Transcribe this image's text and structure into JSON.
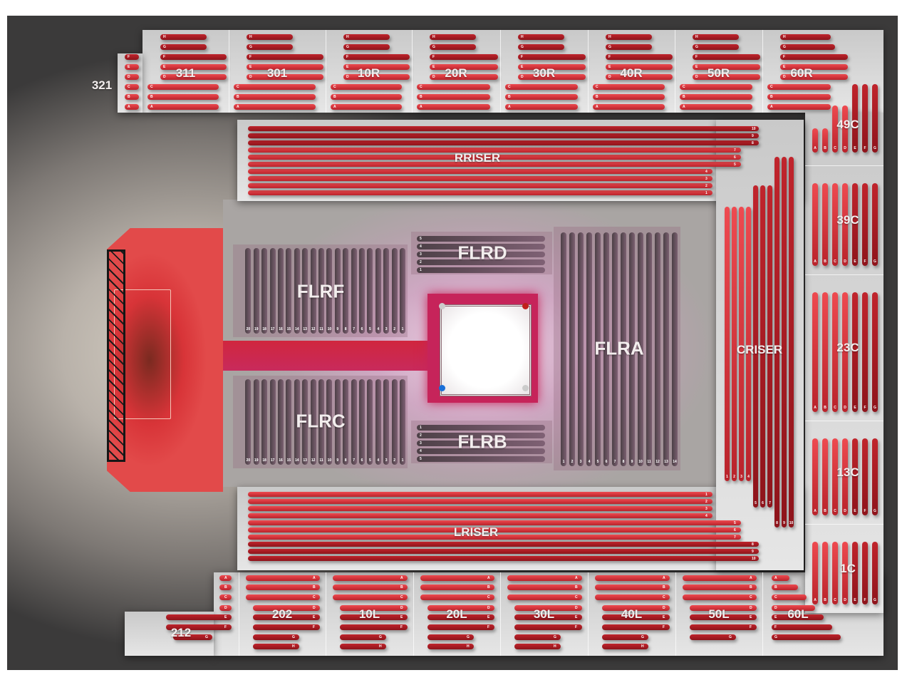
{
  "colors": {
    "seat": "#d93038",
    "ring_apron": "#c8245a",
    "stage": "#d8343a",
    "floor_seat": "#6a4a5e"
  },
  "sections": {
    "top": [
      {
        "name": "321",
        "rows": [
          "A",
          "B",
          "C",
          "D",
          "E",
          "F"
        ]
      },
      {
        "name": "311",
        "rows": [
          "A",
          "B",
          "C",
          "D",
          "E",
          "F",
          "G",
          "H"
        ]
      },
      {
        "name": "301",
        "rows": [
          "A",
          "B",
          "C",
          "D",
          "E",
          "F",
          "G",
          "H"
        ]
      },
      {
        "name": "10R",
        "rows": [
          "A",
          "B",
          "C",
          "D",
          "E",
          "F",
          "G",
          "H"
        ]
      },
      {
        "name": "20R",
        "rows": [
          "A",
          "B",
          "C",
          "D",
          "E",
          "F",
          "G",
          "H"
        ]
      },
      {
        "name": "30R",
        "rows": [
          "A",
          "B",
          "C",
          "D",
          "E",
          "F",
          "G",
          "H"
        ]
      },
      {
        "name": "40R",
        "rows": [
          "A",
          "B",
          "C",
          "D",
          "E",
          "F",
          "G",
          "H"
        ]
      },
      {
        "name": "50R",
        "rows": [
          "A",
          "B",
          "C",
          "D",
          "E",
          "F",
          "G",
          "H"
        ]
      },
      {
        "name": "60R",
        "rows": [
          "A",
          "B",
          "C",
          "D",
          "E",
          "F",
          "G",
          "H"
        ]
      }
    ],
    "bottom": [
      {
        "name": "212",
        "rows": [
          "A",
          "B",
          "C",
          "D",
          "E",
          "F",
          "G"
        ]
      },
      {
        "name": "202",
        "rows": [
          "A",
          "B",
          "C",
          "D",
          "E",
          "F",
          "G",
          "H"
        ]
      },
      {
        "name": "10L",
        "rows": [
          "A",
          "B",
          "C",
          "D",
          "E",
          "F",
          "G",
          "H"
        ]
      },
      {
        "name": "20L",
        "rows": [
          "A",
          "B",
          "C",
          "D",
          "E",
          "F",
          "G",
          "H"
        ]
      },
      {
        "name": "30L",
        "rows": [
          "A",
          "B",
          "C",
          "D",
          "E",
          "F",
          "G",
          "H"
        ]
      },
      {
        "name": "40L",
        "rows": [
          "A",
          "B",
          "C",
          "D",
          "E",
          "F",
          "G",
          "H"
        ]
      },
      {
        "name": "50L",
        "rows": [
          "A",
          "B",
          "C",
          "D",
          "E",
          "F",
          "G"
        ]
      },
      {
        "name": "60L",
        "rows": [
          "A",
          "B",
          "C",
          "D",
          "E",
          "F",
          "G"
        ]
      }
    ],
    "right": [
      {
        "name": "49C",
        "rows": [
          "A",
          "B",
          "C",
          "D",
          "E",
          "F",
          "G"
        ]
      },
      {
        "name": "39C",
        "rows": [
          "A",
          "B",
          "C",
          "D",
          "E",
          "F",
          "G"
        ]
      },
      {
        "name": "23C",
        "rows": [
          "A",
          "B",
          "C",
          "D",
          "E",
          "F",
          "G"
        ]
      },
      {
        "name": "13C",
        "rows": [
          "A",
          "B",
          "C",
          "D",
          "E",
          "F",
          "G"
        ]
      },
      {
        "name": "1C",
        "rows": [
          "A",
          "B",
          "C",
          "D",
          "E",
          "F",
          "G"
        ]
      }
    ],
    "risers": [
      {
        "name": "RRISER",
        "rows": [
          "1",
          "2",
          "3",
          "4",
          "5",
          "6",
          "7",
          "8",
          "9",
          "10"
        ]
      },
      {
        "name": "LRISER",
        "rows": [
          "1",
          "2",
          "3",
          "4",
          "5",
          "6",
          "7",
          "8",
          "9",
          "10"
        ]
      },
      {
        "name": "CRISER",
        "rows": [
          "1",
          "2",
          "3",
          "4",
          "5",
          "6",
          "7",
          "8",
          "9",
          "10"
        ]
      }
    ],
    "floor": [
      {
        "name": "FLRF",
        "rows": [
          "1",
          "2",
          "3",
          "4",
          "5",
          "6",
          "7",
          "8",
          "9",
          "10",
          "11",
          "12",
          "13",
          "14",
          "15",
          "16",
          "17",
          "18",
          "19",
          "20"
        ]
      },
      {
        "name": "FLRC",
        "rows": [
          "1",
          "2",
          "3",
          "4",
          "5",
          "6",
          "7",
          "8",
          "9",
          "10",
          "11",
          "12",
          "13",
          "14",
          "15",
          "16",
          "17",
          "18",
          "19",
          "20"
        ]
      },
      {
        "name": "FLRD",
        "rows": [
          "1",
          "2",
          "3",
          "4",
          "5"
        ]
      },
      {
        "name": "FLRB",
        "rows": [
          "1",
          "2",
          "3",
          "4",
          "5"
        ]
      },
      {
        "name": "FLRA",
        "rows": [
          "1",
          "2",
          "3",
          "4",
          "5",
          "6",
          "7",
          "8",
          "9",
          "10",
          "11",
          "12",
          "13",
          "14"
        ]
      }
    ]
  }
}
